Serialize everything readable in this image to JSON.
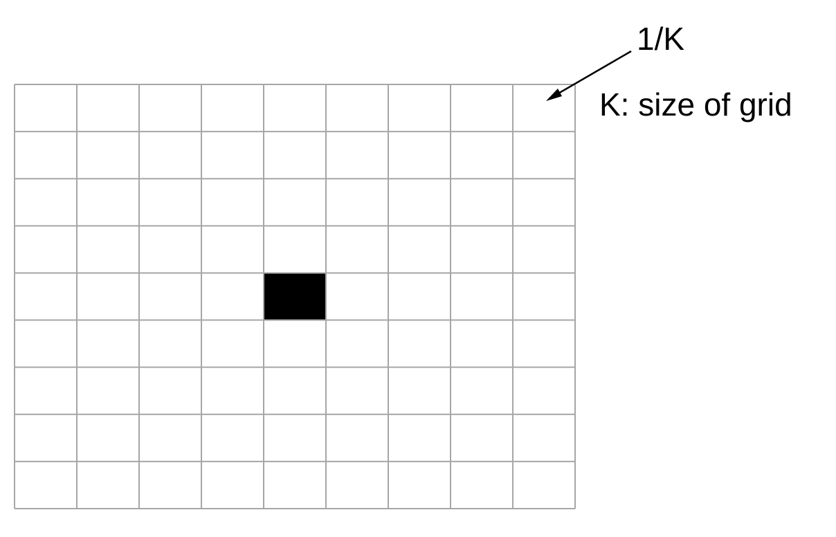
{
  "labels": {
    "cell_size": "1/K",
    "grid_definition": "K: size of grid"
  },
  "grid": {
    "rows": 9,
    "columns": 9,
    "highlighted_cell": {
      "row": 4,
      "column": 4
    }
  },
  "colors": {
    "grid_line": "#a6a6a6",
    "highlighted_cell": "#000000",
    "background": "#ffffff",
    "arrow": "#000000"
  }
}
